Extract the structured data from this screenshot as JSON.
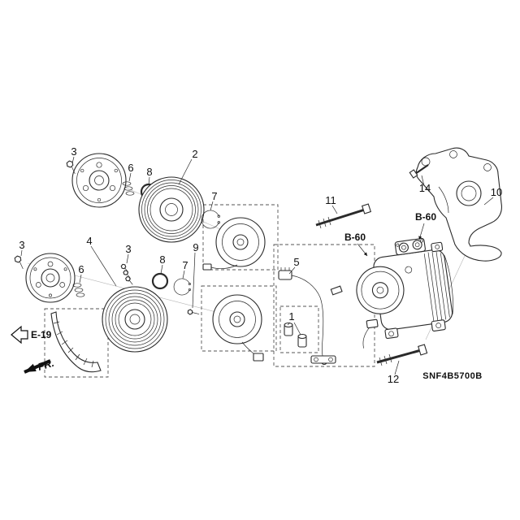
{
  "diagram": {
    "colors": {
      "background": "#ffffff",
      "line": "#2a2a2a"
    },
    "labels": {
      "e19": "E-19",
      "fr": "FR.",
      "b60_left": "B-60",
      "b60_right": "B-60",
      "part_code": "SNF4B5700B"
    },
    "callouts": {
      "c1": "1",
      "c2": "2",
      "c3a": "3",
      "c3b": "3",
      "c3c": "3",
      "c4": "4",
      "c5": "5",
      "c6a": "6",
      "c6b": "6",
      "c7a": "7",
      "c7b": "7",
      "c8a": "8",
      "c8b": "8",
      "c9": "9",
      "c10": "10",
      "c11": "11",
      "c12": "12",
      "c14": "14"
    }
  }
}
